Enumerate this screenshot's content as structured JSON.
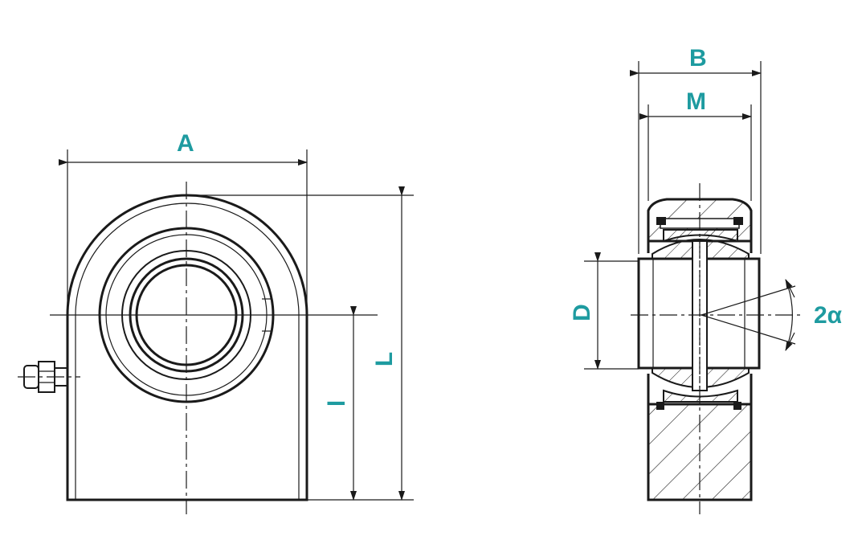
{
  "labels": {
    "A": "A",
    "L": "L",
    "l": "l",
    "B": "B",
    "M": "M",
    "D": "D",
    "alpha": "2α"
  },
  "colors": {
    "label": "#1e9ba0",
    "line": "#1a1a1a"
  }
}
